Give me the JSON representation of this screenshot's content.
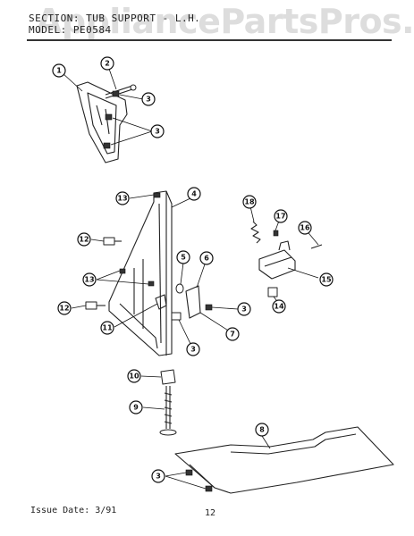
{
  "header": {
    "section": "SECTION: TUB SUPPORT - L.H.",
    "model": "MODEL: PE0584"
  },
  "watermark": "AppliancePartsPros.com",
  "footer": {
    "issue_date": "Issue Date: 3/91",
    "page_number": "12"
  },
  "callouts": {
    "c1": "1",
    "c2": "2",
    "c3a": "3",
    "c3b": "3",
    "c4": "4",
    "c5": "5",
    "c6": "6",
    "c7": "7",
    "c8": "8",
    "c9": "9",
    "c10": "10",
    "c11": "11",
    "c12a": "12",
    "c12b": "12",
    "c13a": "13",
    "c13b": "13",
    "c14": "14",
    "c15": "15",
    "c16": "16",
    "c17": "17",
    "c18": "18",
    "c3c": "3",
    "c3d": "3",
    "c3e": "3"
  }
}
